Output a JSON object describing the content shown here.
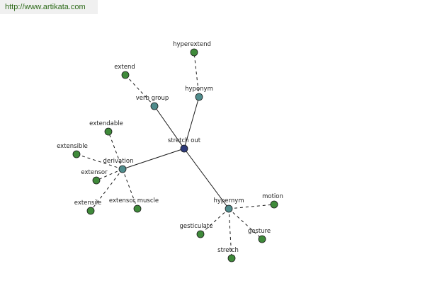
{
  "url": "http://www.artikata.com",
  "nodes": [
    {
      "id": "root",
      "label": "stretch out",
      "kind": "root"
    },
    {
      "id": "vg",
      "label": "verb group",
      "kind": "relation"
    },
    {
      "id": "hypo",
      "label": "hyponym",
      "kind": "relation"
    },
    {
      "id": "der",
      "label": "derivation",
      "kind": "relation"
    },
    {
      "id": "hyper",
      "label": "hypernym",
      "kind": "relation"
    },
    {
      "id": "extend",
      "label": "extend",
      "kind": "word"
    },
    {
      "id": "hyperextend",
      "label": "hyperextend",
      "kind": "word"
    },
    {
      "id": "extendable",
      "label": "extendable",
      "kind": "word"
    },
    {
      "id": "extensible",
      "label": "extensible",
      "kind": "word"
    },
    {
      "id": "extensor",
      "label": "extensor",
      "kind": "word"
    },
    {
      "id": "extensile",
      "label": "extensile",
      "kind": "word"
    },
    {
      "id": "extensor_muscle",
      "label": "extensor muscle",
      "kind": "word"
    },
    {
      "id": "motion",
      "label": "motion",
      "kind": "word"
    },
    {
      "id": "gesticulate",
      "label": "gesticulate",
      "kind": "word"
    },
    {
      "id": "gesture",
      "label": "gesture",
      "kind": "word"
    },
    {
      "id": "stretch",
      "label": "stretch",
      "kind": "word"
    }
  ],
  "edges": [
    {
      "from": "root",
      "to": "vg",
      "style": "solid"
    },
    {
      "from": "root",
      "to": "hypo",
      "style": "solid"
    },
    {
      "from": "root",
      "to": "der",
      "style": "solid"
    },
    {
      "from": "root",
      "to": "hyper",
      "style": "solid"
    },
    {
      "from": "vg",
      "to": "extend",
      "style": "dashed"
    },
    {
      "from": "hypo",
      "to": "hyperextend",
      "style": "dashed"
    },
    {
      "from": "der",
      "to": "extendable",
      "style": "dashed"
    },
    {
      "from": "der",
      "to": "extensible",
      "style": "dashed"
    },
    {
      "from": "der",
      "to": "extensor",
      "style": "dashed"
    },
    {
      "from": "der",
      "to": "extensile",
      "style": "dashed"
    },
    {
      "from": "der",
      "to": "extensor_muscle",
      "style": "dashed"
    },
    {
      "from": "hyper",
      "to": "motion",
      "style": "dashed"
    },
    {
      "from": "hyper",
      "to": "gesticulate",
      "style": "dashed"
    },
    {
      "from": "hyper",
      "to": "gesture",
      "style": "dashed"
    },
    {
      "from": "hyper",
      "to": "stretch",
      "style": "dashed"
    }
  ],
  "colors": {
    "root": "#2e3a7a",
    "relation": "#4f8c8c",
    "word": "#3f8a3a",
    "stroke": "#1a1a1a",
    "url_text": "#2e6b1a",
    "url_bg": "#f0f0f0"
  }
}
